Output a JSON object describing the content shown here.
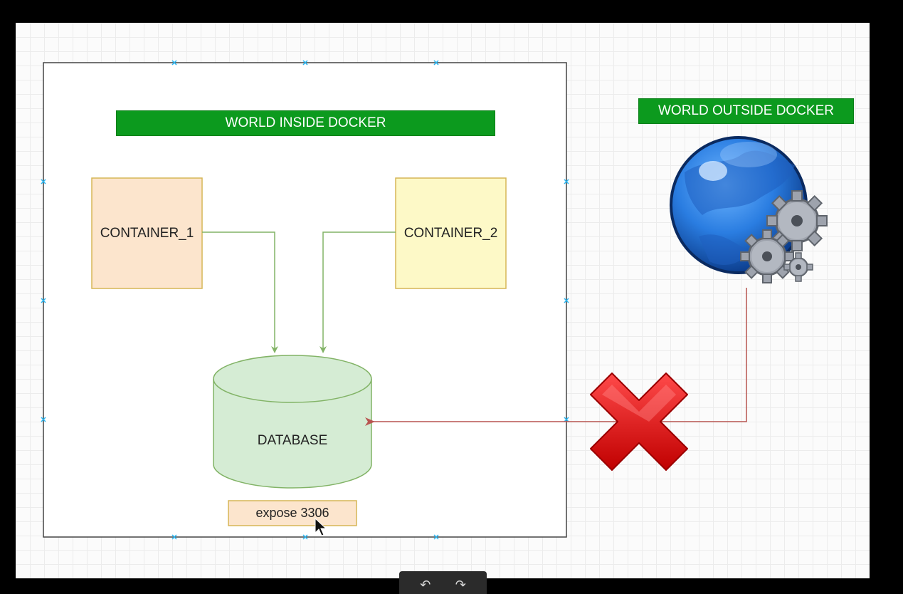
{
  "diagram": {
    "inside_banner": "WORLD INSIDE DOCKER",
    "outside_banner": "WORLD OUTSIDE DOCKER",
    "container_1": "CONTAINER_1",
    "container_2": "CONTAINER_2",
    "database": "DATABASE",
    "expose_label": "expose 3306",
    "icons": {
      "globe": "globe-with-gears-icon",
      "blocked": "red-x-icon",
      "cursor": "mouse-cursor-icon"
    },
    "colors": {
      "banner_green": "#0c9a1e",
      "container_1_fill": "#fce5cd",
      "container_2_fill": "#fdf9c7",
      "database_fill": "#d5ecd4",
      "arrow_green": "#82b366",
      "arrow_red": "#b85450",
      "x_red": "#e00000"
    }
  },
  "toolbar": {
    "undo_icon": "undo-icon",
    "redo_icon": "redo-icon",
    "undo_glyph": "↶",
    "redo_glyph": "↷"
  }
}
